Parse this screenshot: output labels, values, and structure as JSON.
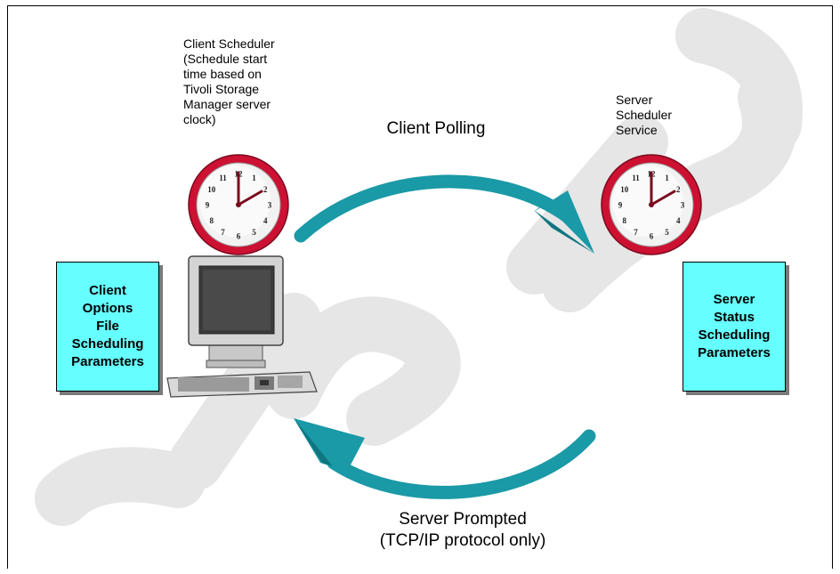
{
  "client_scheduler": {
    "caption": "Client Scheduler\n(Schedule start\ntime based on\nTivoli Storage\nManager server\nclock)"
  },
  "server_scheduler": {
    "caption": "Server\nScheduler\nService"
  },
  "arrows": {
    "top_label": "Client Polling",
    "bottom_label_line1": "Server Prompted",
    "bottom_label_line2": "(TCP/IP protocol only)"
  },
  "client_box": {
    "text": "Client\nOptions\nFile\nScheduling\nParameters"
  },
  "server_box": {
    "text": "Server\nStatus\nScheduling\nParameters"
  },
  "clock_numbers": [
    "12",
    "1",
    "2",
    "3",
    "4",
    "5",
    "6",
    "7",
    "8",
    "9",
    "10",
    "11"
  ],
  "colors": {
    "clock_rim": "#cc1133",
    "arrow": "#1a99a6",
    "box_fill": "#66ffff",
    "watermark": "#e6e6e6"
  }
}
